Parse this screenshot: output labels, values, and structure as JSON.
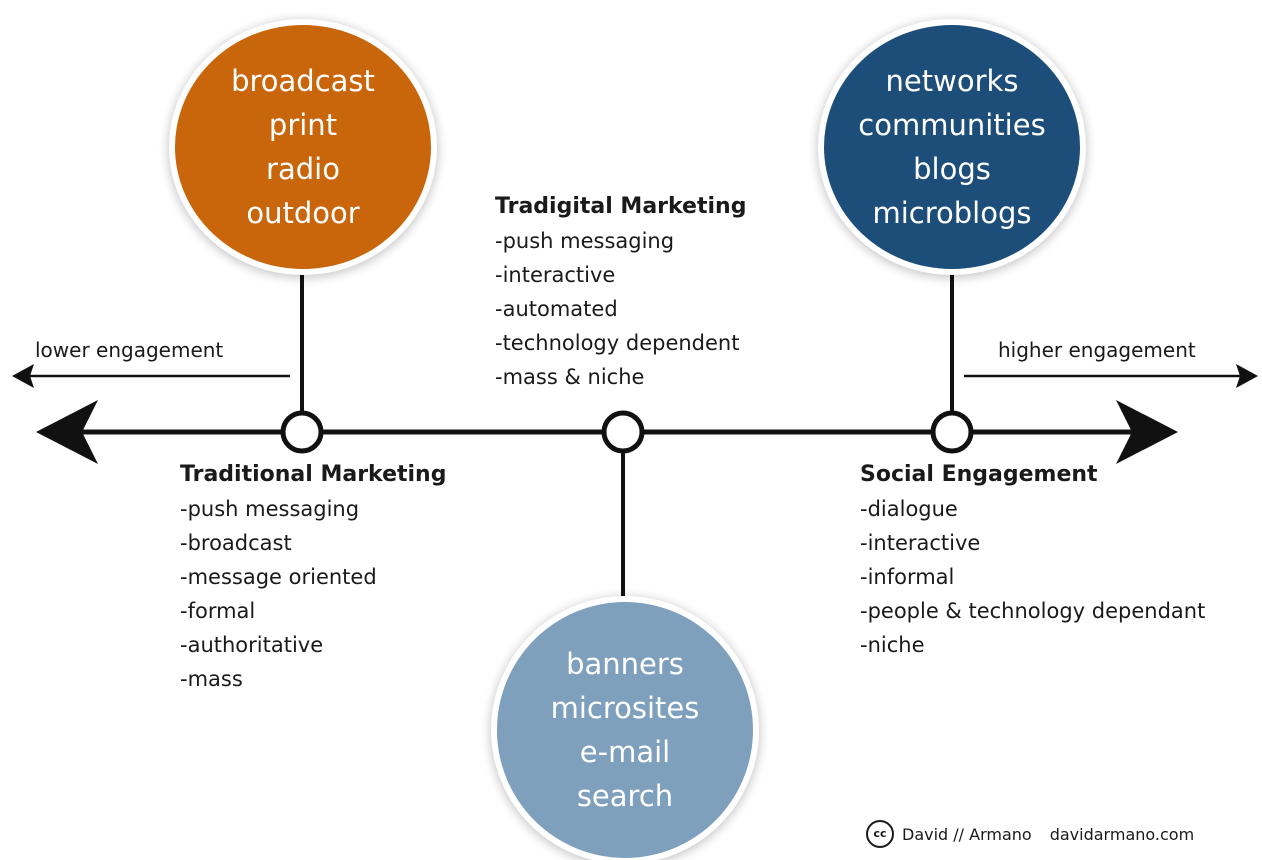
{
  "colors": {
    "traditional": "#c9660b",
    "tradigital": "#7ea0bd",
    "social": "#1d4e79",
    "line": "#111111"
  },
  "engagement": {
    "lower": "lower engagement",
    "higher": "higher engagement"
  },
  "stages": {
    "traditional": {
      "bubble": [
        "broadcast",
        "print",
        "radio",
        "outdoor"
      ],
      "title": "Traditional Marketing",
      "items": [
        "-push messaging",
        "-broadcast",
        "-message oriented",
        "-formal",
        "-authoritative",
        "-mass"
      ]
    },
    "tradigital": {
      "bubble": [
        "banners",
        "microsites",
        "e-mail",
        "search"
      ],
      "title": "Tradigital Marketing",
      "items": [
        "-push messaging",
        "-interactive",
        "-automated",
        "-technology dependent",
        "-mass & niche"
      ]
    },
    "social": {
      "bubble": [
        "networks",
        "communities",
        "blogs",
        "microblogs"
      ],
      "title": "Social Engagement",
      "items": [
        "-dialogue",
        "-interactive",
        "-informal",
        "-people & technology dependant",
        "-niche"
      ]
    }
  },
  "credit": {
    "cc": "cc",
    "author": "David // Armano",
    "site": "davidarmano.com"
  }
}
